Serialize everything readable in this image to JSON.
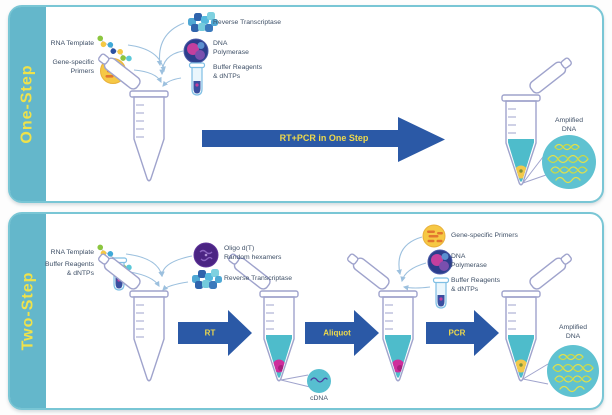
{
  "colors": {
    "panel_border": "#79c6d5",
    "sidebar_teal": "#64b7cb",
    "sidebar_text_yellow": "#efe24b",
    "arrow_blue": "#2b59a6",
    "arrow_text_yellow": "#eed94c",
    "liquid_teal": "#4ebccb",
    "cdna_magenta": "#ce2e9c",
    "amplified_yellow": "#f2c94c",
    "magnifier_teal": "#5fc2d1",
    "label_text": "#3e4f66"
  },
  "panels": [
    {
      "sidebar_label": "One-Step",
      "labels": {
        "rna_template": "RNA Template",
        "gene_specific_primers": "Gene-specific\nPrimers",
        "reverse_transcriptase": "Reverse Transcriptase",
        "dna_polymerase": "DNA\nPolymerase",
        "buffer_reagents": "Buffer Reagents\n& dNTPs",
        "amplified_dna": "Amplified\nDNA"
      },
      "arrow_label": "RT+PCR in One Step"
    },
    {
      "sidebar_label": "Two-Step",
      "labels": {
        "rna_template": "RNA Template",
        "buffer_reagents": "Buffer Reagents\n& dNTPs",
        "oligo_dt": "Oligo d(T)\nRandom hexamers",
        "reverse_transcriptase": "Reverse Transcriptase",
        "gene_specific_primers": "Gene-specific Primers",
        "dna_polymerase": "DNA\nPolymerase",
        "buffer_reagents2": "Buffer Reagents\n& dNTPs",
        "cdna": "cDNA",
        "amplified_dna": "Amplified\nDNA"
      },
      "arrows": [
        {
          "label": "RT"
        },
        {
          "label": "Aliquot"
        },
        {
          "label": "PCR"
        }
      ]
    }
  ]
}
